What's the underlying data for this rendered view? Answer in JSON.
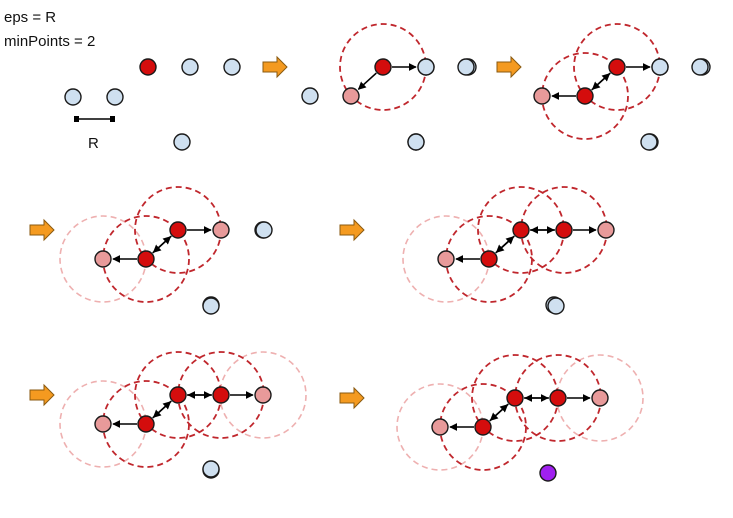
{
  "params": {
    "eps_label": "eps = R",
    "min_points_label": "minPoints = 2"
  },
  "legend": {
    "radius_label": "R"
  },
  "colors": {
    "background": "#ffffff",
    "unvisited": "#cfe0f0",
    "core": "#d40d0d",
    "border": "#e89a9a",
    "noise": "#a020f0",
    "outline": "#1a1a1a",
    "circle_active": "#c0272d",
    "circle_faded": "#eeb0b0",
    "arrow": "#f49a20",
    "arrow_outline": "#8a5a10"
  },
  "steps": [
    {
      "name": "initial",
      "core": [],
      "faded": [],
      "arrows": [],
      "noise": false
    },
    {
      "name": "step-2",
      "core": [
        "B"
      ],
      "faded": [],
      "arrows": [
        [
          "B",
          "C"
        ],
        [
          "B",
          "A"
        ]
      ],
      "noise": false
    },
    {
      "name": "step-3",
      "core": [
        "B",
        "A"
      ],
      "faded": [],
      "arrows": [
        [
          "B",
          "C"
        ],
        [
          "A",
          "D"
        ],
        [
          "A",
          "B"
        ],
        [
          "B",
          "A"
        ]
      ],
      "noise": false
    },
    {
      "name": "step-4",
      "core": [
        "B",
        "A"
      ],
      "faded": [
        "D"
      ],
      "arrows": [
        [
          "B",
          "C"
        ],
        [
          "A",
          "D"
        ],
        [
          "A",
          "B"
        ],
        [
          "B",
          "A"
        ]
      ],
      "noise": false
    },
    {
      "name": "step-5",
      "core": [
        "B",
        "A",
        "C"
      ],
      "faded": [
        "D"
      ],
      "arrows": [
        [
          "C",
          "E"
        ],
        [
          "B",
          "C"
        ],
        [
          "C",
          "B"
        ],
        [
          "A",
          "D"
        ],
        [
          "A",
          "B"
        ],
        [
          "B",
          "A"
        ]
      ],
      "noise": false
    },
    {
      "name": "step-6",
      "core": [
        "B",
        "A",
        "C"
      ],
      "faded": [
        "D",
        "E"
      ],
      "arrows": [
        [
          "C",
          "E"
        ],
        [
          "B",
          "C"
        ],
        [
          "C",
          "B"
        ],
        [
          "A",
          "D"
        ],
        [
          "A",
          "B"
        ],
        [
          "B",
          "A"
        ]
      ],
      "noise": false
    },
    {
      "name": "final",
      "core": [
        "B",
        "A",
        "C"
      ],
      "faded": [
        "D",
        "E"
      ],
      "arrows": [
        [
          "C",
          "E"
        ],
        [
          "B",
          "C"
        ],
        [
          "C",
          "B"
        ],
        [
          "A",
          "D"
        ],
        [
          "A",
          "B"
        ],
        [
          "B",
          "A"
        ]
      ],
      "noise": true
    }
  ]
}
